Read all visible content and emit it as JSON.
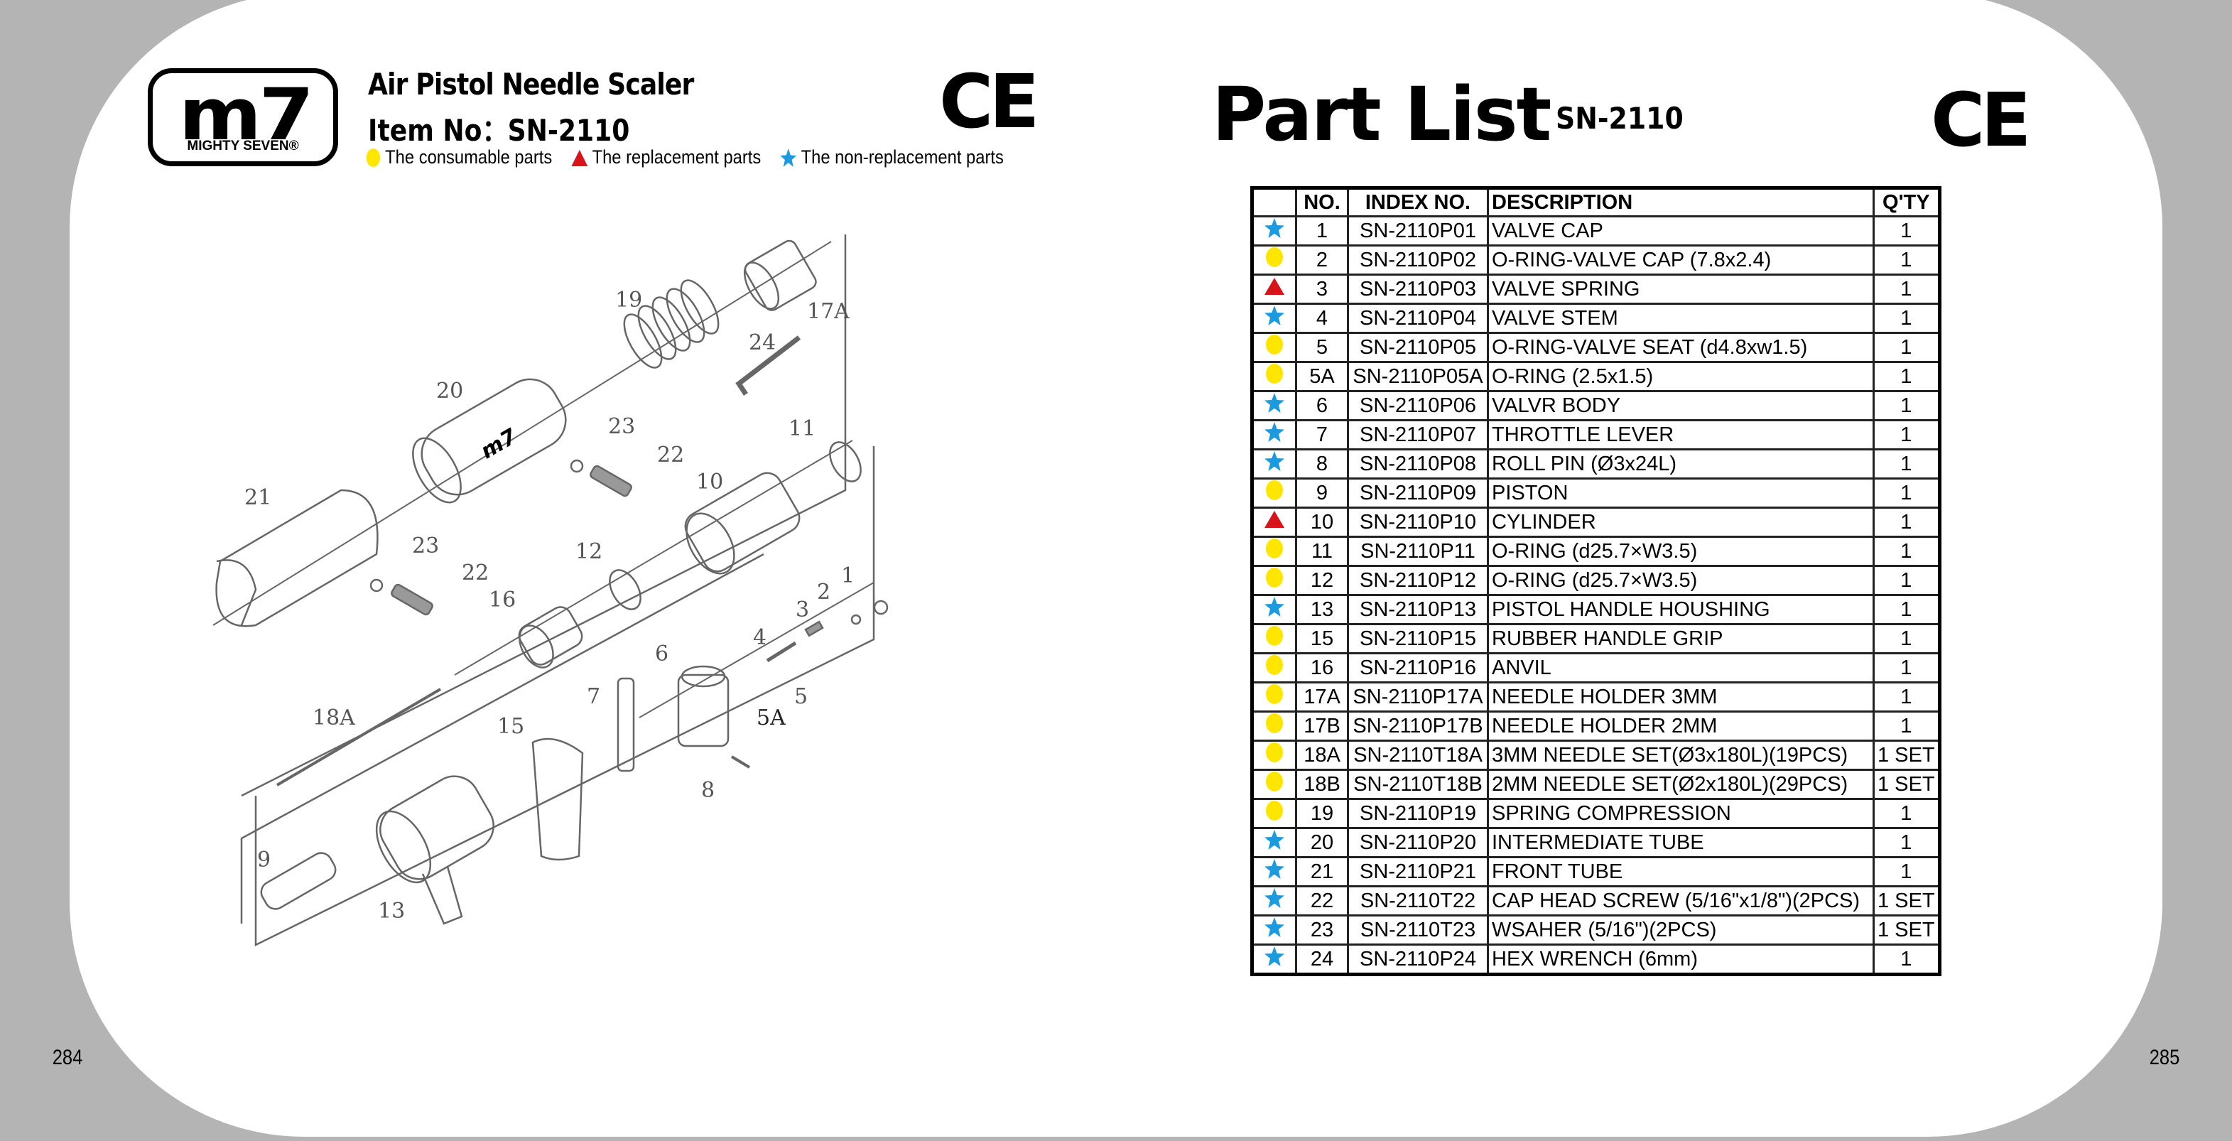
{
  "left_page": {
    "brand": {
      "logo_text": "m7",
      "logo_subtext": "MIGHTY SEVEN®"
    },
    "title": "Air Pistol Needle Scaler",
    "item_no_label": "Item No：SN-2110",
    "ce_mark": "CE",
    "legend": [
      {
        "symbol": "circle",
        "color": "#ffe600",
        "label": "The consumable parts"
      },
      {
        "symbol": "triangle",
        "color": "#d7141a",
        "label": "The replacement parts"
      },
      {
        "symbol": "star",
        "color": "#1a9be0",
        "label": "The non-replacement parts"
      }
    ],
    "diagram_callouts": [
      "19",
      "17A",
      "24",
      "20",
      "23",
      "22",
      "11",
      "21",
      "10",
      "23",
      "22",
      "12",
      "16",
      "1",
      "2",
      "3",
      "4",
      "6",
      "5",
      "5A",
      "7",
      "18A",
      "15",
      "8",
      "9",
      "13"
    ],
    "diagram_logo": "m7",
    "page_number": "284"
  },
  "right_page": {
    "title": "Part List",
    "subtitle": "SN-2110",
    "ce_mark": "CE",
    "page_number": "285",
    "table": {
      "headers": [
        "",
        "NO.",
        "INDEX NO.",
        "DESCRIPTION",
        "Q'TY"
      ],
      "rows": [
        {
          "type": "star",
          "no": "1",
          "index": "SN-2110P01",
          "desc": "VALVE CAP",
          "qty": "1"
        },
        {
          "type": "circle",
          "no": "2",
          "index": "SN-2110P02",
          "desc": "O-RING-VALVE CAP (7.8x2.4)",
          "qty": "1"
        },
        {
          "type": "triangle",
          "no": "3",
          "index": "SN-2110P03",
          "desc": "VALVE SPRING",
          "qty": "1"
        },
        {
          "type": "star",
          "no": "4",
          "index": "SN-2110P04",
          "desc": "VALVE STEM",
          "qty": "1"
        },
        {
          "type": "circle",
          "no": "5",
          "index": "SN-2110P05",
          "desc": "O-RING-VALVE SEAT (d4.8xw1.5)",
          "qty": "1"
        },
        {
          "type": "circle",
          "no": "5A",
          "index": "SN-2110P05A",
          "desc": "O-RING  (2.5x1.5)",
          "qty": "1"
        },
        {
          "type": "star",
          "no": "6",
          "index": "SN-2110P06",
          "desc": "VALVR BODY",
          "qty": "1"
        },
        {
          "type": "star",
          "no": "7",
          "index": "SN-2110P07",
          "desc": "THROTTLE LEVER",
          "qty": "1"
        },
        {
          "type": "star",
          "no": "8",
          "index": "SN-2110P08",
          "desc": "ROLL PIN (Ø3x24L)",
          "qty": "1"
        },
        {
          "type": "circle",
          "no": "9",
          "index": "SN-2110P09",
          "desc": "PISTON",
          "qty": "1"
        },
        {
          "type": "triangle",
          "no": "10",
          "index": "SN-2110P10",
          "desc": "CYLINDER",
          "qty": "1"
        },
        {
          "type": "circle",
          "no": "11",
          "index": "SN-2110P11",
          "desc": "O-RING (d25.7×W3.5)",
          "qty": "1"
        },
        {
          "type": "circle",
          "no": "12",
          "index": "SN-2110P12",
          "desc": "O-RING  (d25.7×W3.5)",
          "qty": "1"
        },
        {
          "type": "star",
          "no": "13",
          "index": "SN-2110P13",
          "desc": "PISTOL HANDLE HOUSHING",
          "qty": "1"
        },
        {
          "type": "circle",
          "no": "15",
          "index": "SN-2110P15",
          "desc": "RUBBER HANDLE GRIP",
          "qty": "1"
        },
        {
          "type": "circle",
          "no": "16",
          "index": "SN-2110P16",
          "desc": "ANVIL",
          "qty": "1"
        },
        {
          "type": "circle",
          "no": "17A",
          "index": "SN-2110P17A",
          "desc": "NEEDLE HOLDER 3MM",
          "qty": "1"
        },
        {
          "type": "circle",
          "no": "17B",
          "index": "SN-2110P17B",
          "desc": "NEEDLE HOLDER 2MM",
          "qty": "1"
        },
        {
          "type": "circle",
          "no": "18A",
          "index": "SN-2110T18A",
          "desc": "3MM NEEDLE SET(Ø3x180L)(19PCS)",
          "qty": "1 SET"
        },
        {
          "type": "circle",
          "no": "18B",
          "index": "SN-2110T18B",
          "desc": "2MM NEEDLE SET(Ø2x180L)(29PCS)",
          "qty": "1 SET"
        },
        {
          "type": "circle",
          "no": "19",
          "index": "SN-2110P19",
          "desc": "SPRING COMPRESSION",
          "qty": "1"
        },
        {
          "type": "star",
          "no": "20",
          "index": "SN-2110P20",
          "desc": "INTERMEDIATE TUBE",
          "qty": "1"
        },
        {
          "type": "star",
          "no": "21",
          "index": "SN-2110P21",
          "desc": "FRONT TUBE",
          "qty": "1"
        },
        {
          "type": "star",
          "no": "22",
          "index": "SN-2110T22",
          "desc": "CAP HEAD SCREW (5/16\"x1/8\")(2PCS)",
          "qty": "1 SET"
        },
        {
          "type": "star",
          "no": "23",
          "index": "SN-2110T23",
          "desc": "WSAHER (5/16\")(2PCS)",
          "qty": "1 SET"
        },
        {
          "type": "star",
          "no": "24",
          "index": "SN-2110P24",
          "desc": "HEX  WRENCH  (6mm)",
          "qty": "1"
        }
      ]
    }
  },
  "colors": {
    "consumable": "#ffe600",
    "replacement": "#d7141a",
    "non_replacement": "#1a9be0",
    "background": "#b4b4b4"
  }
}
